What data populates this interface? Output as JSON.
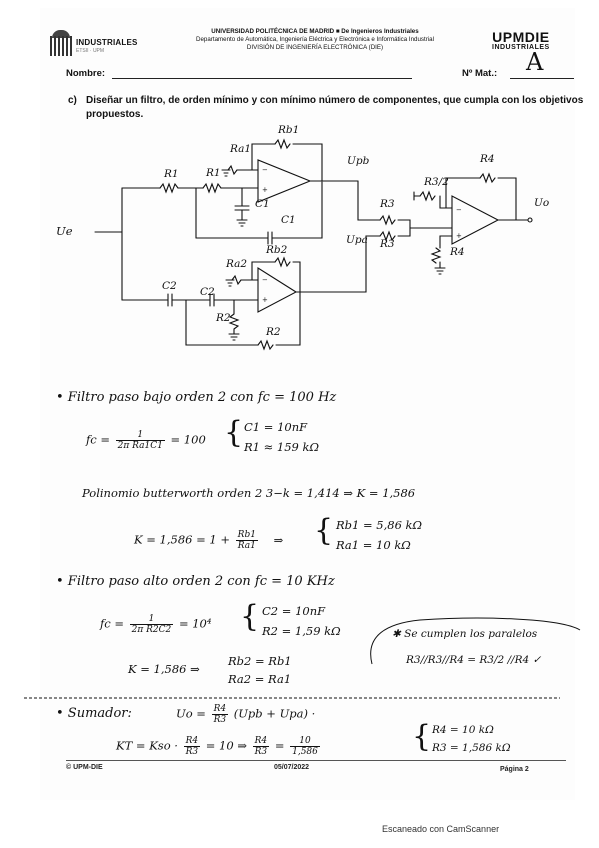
{
  "header": {
    "left_logo": "INDUSTRIALES",
    "left_logo_sub": "ETSII · UPM",
    "line1": "UNIVERSIDAD POLITÉCNICA DE MADRID ■ De Ingenieros Industriales",
    "line2": "Departamento de Automática, Ingeniería Eléctrica y Electrónica e Informática Industrial",
    "line3": "DIVISIÓN DE INGENIERÍA ELECTRÓNICA (DIE)",
    "right_logo": "UPMDIE",
    "right_logo_sub": "INDUSTRIALES",
    "exam_letter": "A"
  },
  "form": {
    "name_label": "Nombre:",
    "mat_label": "Nº Mat.:"
  },
  "question": {
    "label": "c)",
    "text": "Diseñar un filtro, de orden mínimo y con mínimo número de componentes, que cumpla con los objetivos propuestos."
  },
  "circuit_labels": {
    "ve": "Ue",
    "vo": "Uo",
    "vpb": "Upb",
    "vpa": "Upa",
    "r1a": "R1",
    "r1b": "R1",
    "ra1": "Ra1",
    "rb1": "Rb1",
    "c1a": "C1",
    "c1b": "C1",
    "c2a": "C2",
    "c2b": "C2",
    "ra2": "Ra2",
    "rb2": "Rb2",
    "r2a": "R2",
    "r2b": "R2",
    "r3a": "R3",
    "r3b": "R3",
    "r3half": "R3/2",
    "r4a": "R4",
    "r4b": "R4"
  },
  "notes": {
    "lpf_title": "• Filtro paso bajo orden 2 con fc = 100 Hz",
    "fc_lpf_lhs": "fc =",
    "fc_lpf_num": "1",
    "fc_lpf_den": "2π Ra1C1",
    "fc_lpf_rhs": "= 100",
    "c1_val": "C1 = 10nF",
    "r1_val": "R1 ≈ 159 kΩ",
    "butter": "Polinomio butterworth orden 2      3−k = 1,414  ⇒ K = 1,586",
    "k_eq_lhs": "K = 1,586 = 1 +",
    "k_eq_num": "Rb1",
    "k_eq_den": "Ra1",
    "k_arrow": "⇒",
    "rb1_val": "Rb1 = 5,86 kΩ",
    "ra1_val": "Ra1 = 10 kΩ",
    "hpf_title": "• Filtro paso alto orden 2 con fc = 10 KHz",
    "fc_hpf_lhs": "fc =",
    "fc_hpf_num": "1",
    "fc_hpf_den": "2π R2C2",
    "fc_hpf_rhs": "= 10⁴",
    "c2_val": "C2 = 10nF",
    "r2_val": "R2 = 1,59 kΩ",
    "k2_eq": "K = 1,586   ⇒",
    "rb2_val": "Rb2 = Rb1",
    "ra2_val": "Ra2 = Ra1",
    "parallel_title": "✱ Se cumplen los paralelos",
    "parallel_eq": "R3//R3//R4 = R3/2 //R4  ✓",
    "sum_title": "• Sumador:",
    "sum_eq_lhs": "Uo =",
    "sum_eq_num": "R4",
    "sum_eq_den": "R3",
    "sum_eq_rhs": "(Upb + Upa) ·",
    "kt_eq_lhs": "KT = Kso ·",
    "kt_eq_num": "R4",
    "kt_eq_den": "R3",
    "kt_eq_rhs": "= 10  ⇒",
    "kt_r_num": "R4",
    "kt_r_den": "R3",
    "kt_eq_res_eq": "=",
    "kt_res_num": "10",
    "kt_res_den": "1,586",
    "r4_val": "R4 = 10 kΩ",
    "r3_val": "R3 = 1,586 kΩ"
  },
  "footer": {
    "left": "© UPM-DIE",
    "center": "05/07/2022",
    "right": "Página 2"
  },
  "scanner": "Escaneado con CamScanner"
}
